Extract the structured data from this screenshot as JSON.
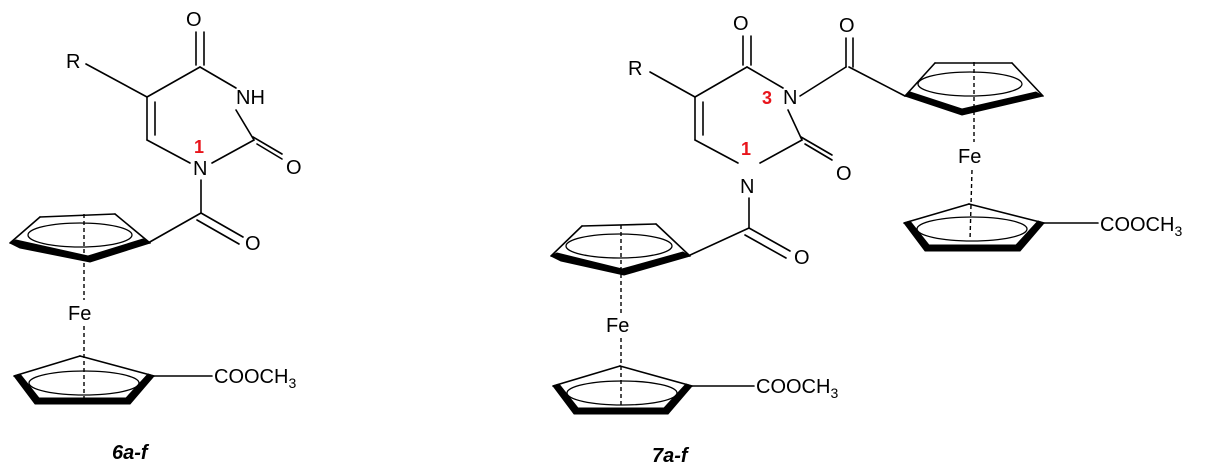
{
  "structures": [
    {
      "id": "6",
      "caption": "6a-f",
      "substituent": "R",
      "oxygen": "O",
      "nh": "NH",
      "nitrogen": "N",
      "position_label": "1",
      "metal": "Fe",
      "ester": "COOCH",
      "ester_subscript": "3"
    },
    {
      "id": "7",
      "caption": "7a-f",
      "substituent": "R",
      "oxygen": "O",
      "nitrogen": "N",
      "position_label_1": "1",
      "position_label_3": "3",
      "metal": "Fe",
      "ester": "COOCH",
      "ester_subscript": "3"
    }
  ],
  "colors": {
    "bond": "#000000",
    "position_label": "#e8141b",
    "background": "#ffffff"
  }
}
